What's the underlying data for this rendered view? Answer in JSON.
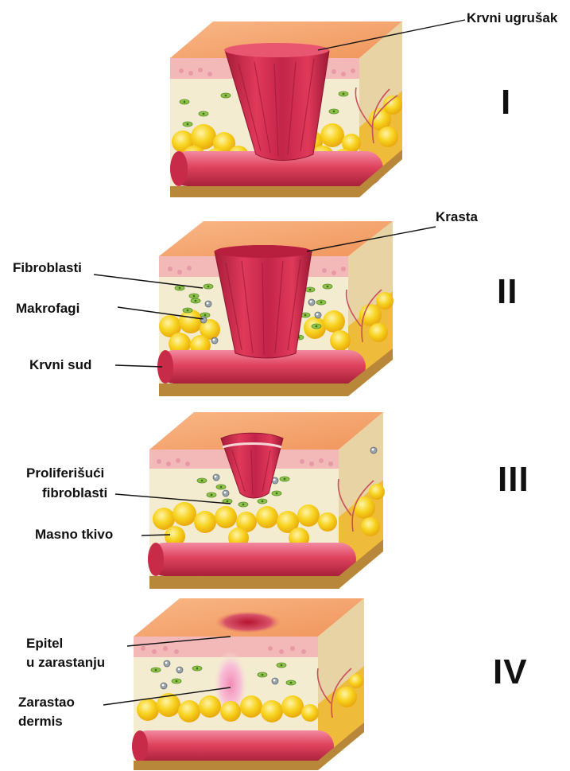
{
  "stages": [
    {
      "numeral": "I",
      "labels": {
        "top": "Krvni ugrušak"
      }
    },
    {
      "numeral": "II",
      "labels": {
        "top": "Krasta",
        "left": [
          "Fibroblasti",
          "Makrofagi",
          "Krvni sud"
        ]
      }
    },
    {
      "numeral": "III",
      "labels": {
        "left1": "Proliferišući",
        "left2": "fibroblasti",
        "left3": "Masno tkivo"
      }
    },
    {
      "numeral": "IV",
      "labels": {
        "a1": "Epitel",
        "a2": "u zarastanju",
        "b1": "Zarastao",
        "b2": "dermis"
      }
    }
  ],
  "colors": {
    "skin_top": "#f6a86e",
    "epidermis": "#f3b8b8",
    "dermis": "#f4ecd0",
    "fat": "#f7cf22",
    "vessel": "#e0435e",
    "clot": "#d62e4e",
    "fibroblast": "#8ec24a",
    "macrophage": "#9aa4ad",
    "base": "#b8873a"
  }
}
